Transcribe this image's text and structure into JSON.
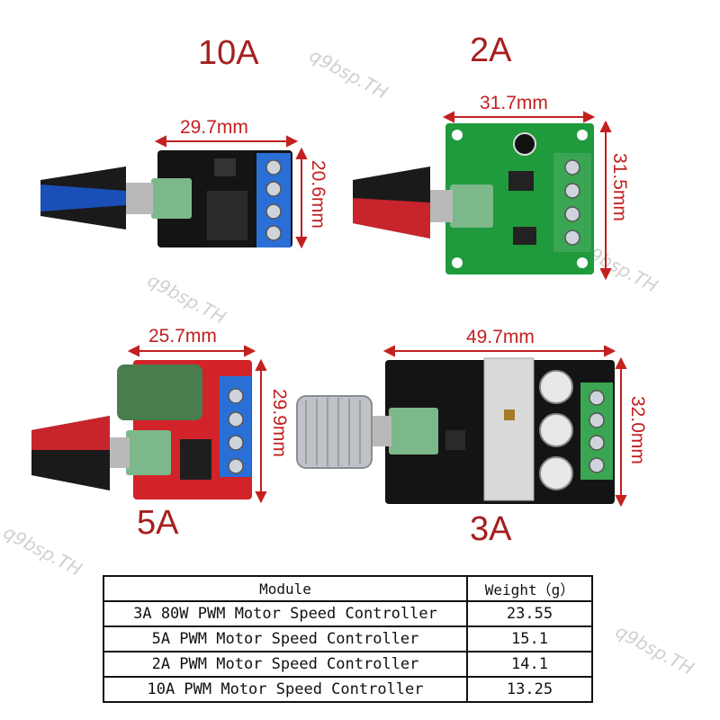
{
  "modules": {
    "m10a": {
      "label": "10A",
      "width": "29.7mm",
      "height": "20.6mm"
    },
    "m2a": {
      "label": "2A",
      "width": "31.7mm",
      "height": "31.5mm"
    },
    "m5a": {
      "label": "5A",
      "width": "25.7mm",
      "height": "29.9mm"
    },
    "m3a": {
      "label": "3A",
      "width": "49.7mm",
      "height": "32.0mm"
    }
  },
  "watermark": "q9bsp.TH",
  "table": {
    "headers": [
      "Module",
      "Weight（g）"
    ],
    "rows": [
      {
        "module": "3A 80W PWM Motor Speed Controller",
        "weight": "23.55"
      },
      {
        "module": "5A PWM Motor Speed Controller",
        "weight": "15.1"
      },
      {
        "module": "2A PWM Motor Speed Controller",
        "weight": "14.1"
      },
      {
        "module": "10A PWM Motor Speed Controller",
        "weight": "13.25"
      }
    ]
  },
  "colors": {
    "label_red": "#a51f1f",
    "dimension_red": "#c42020",
    "pcb_black": "#141414",
    "pcb_green": "#1f9a3c",
    "pcb_red": "#d2232a",
    "terminal_blue": "#2a6fd6",
    "terminal_green": "#3aa552",
    "knob_blue": "#1a4fb8",
    "knob_red": "#c8242b"
  }
}
